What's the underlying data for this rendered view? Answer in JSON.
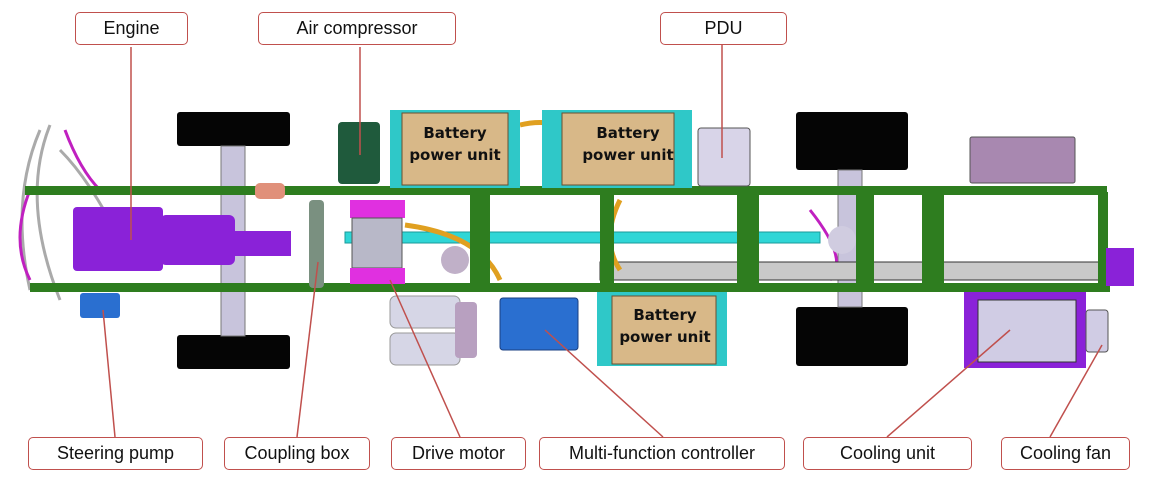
{
  "labels": {
    "engine": "Engine",
    "air_compressor": "Air compressor",
    "pdu": "PDU",
    "steering_pump": "Steering pump",
    "coupling_box": "Coupling box",
    "drive_motor": "Drive motor",
    "multi_function_controller": "Multi-function controller",
    "cooling_unit": "Cooling unit",
    "cooling_fan": "Cooling fan"
  },
  "battery": {
    "line1": "Battery",
    "line2": "power unit"
  },
  "colors": {
    "leader": "#c0504d",
    "frame": "#2e7d1f",
    "engine": "#8a22d8",
    "battery": "#d8b888",
    "shaft": "#2fd6d6",
    "controller": "#2a6fd0"
  }
}
